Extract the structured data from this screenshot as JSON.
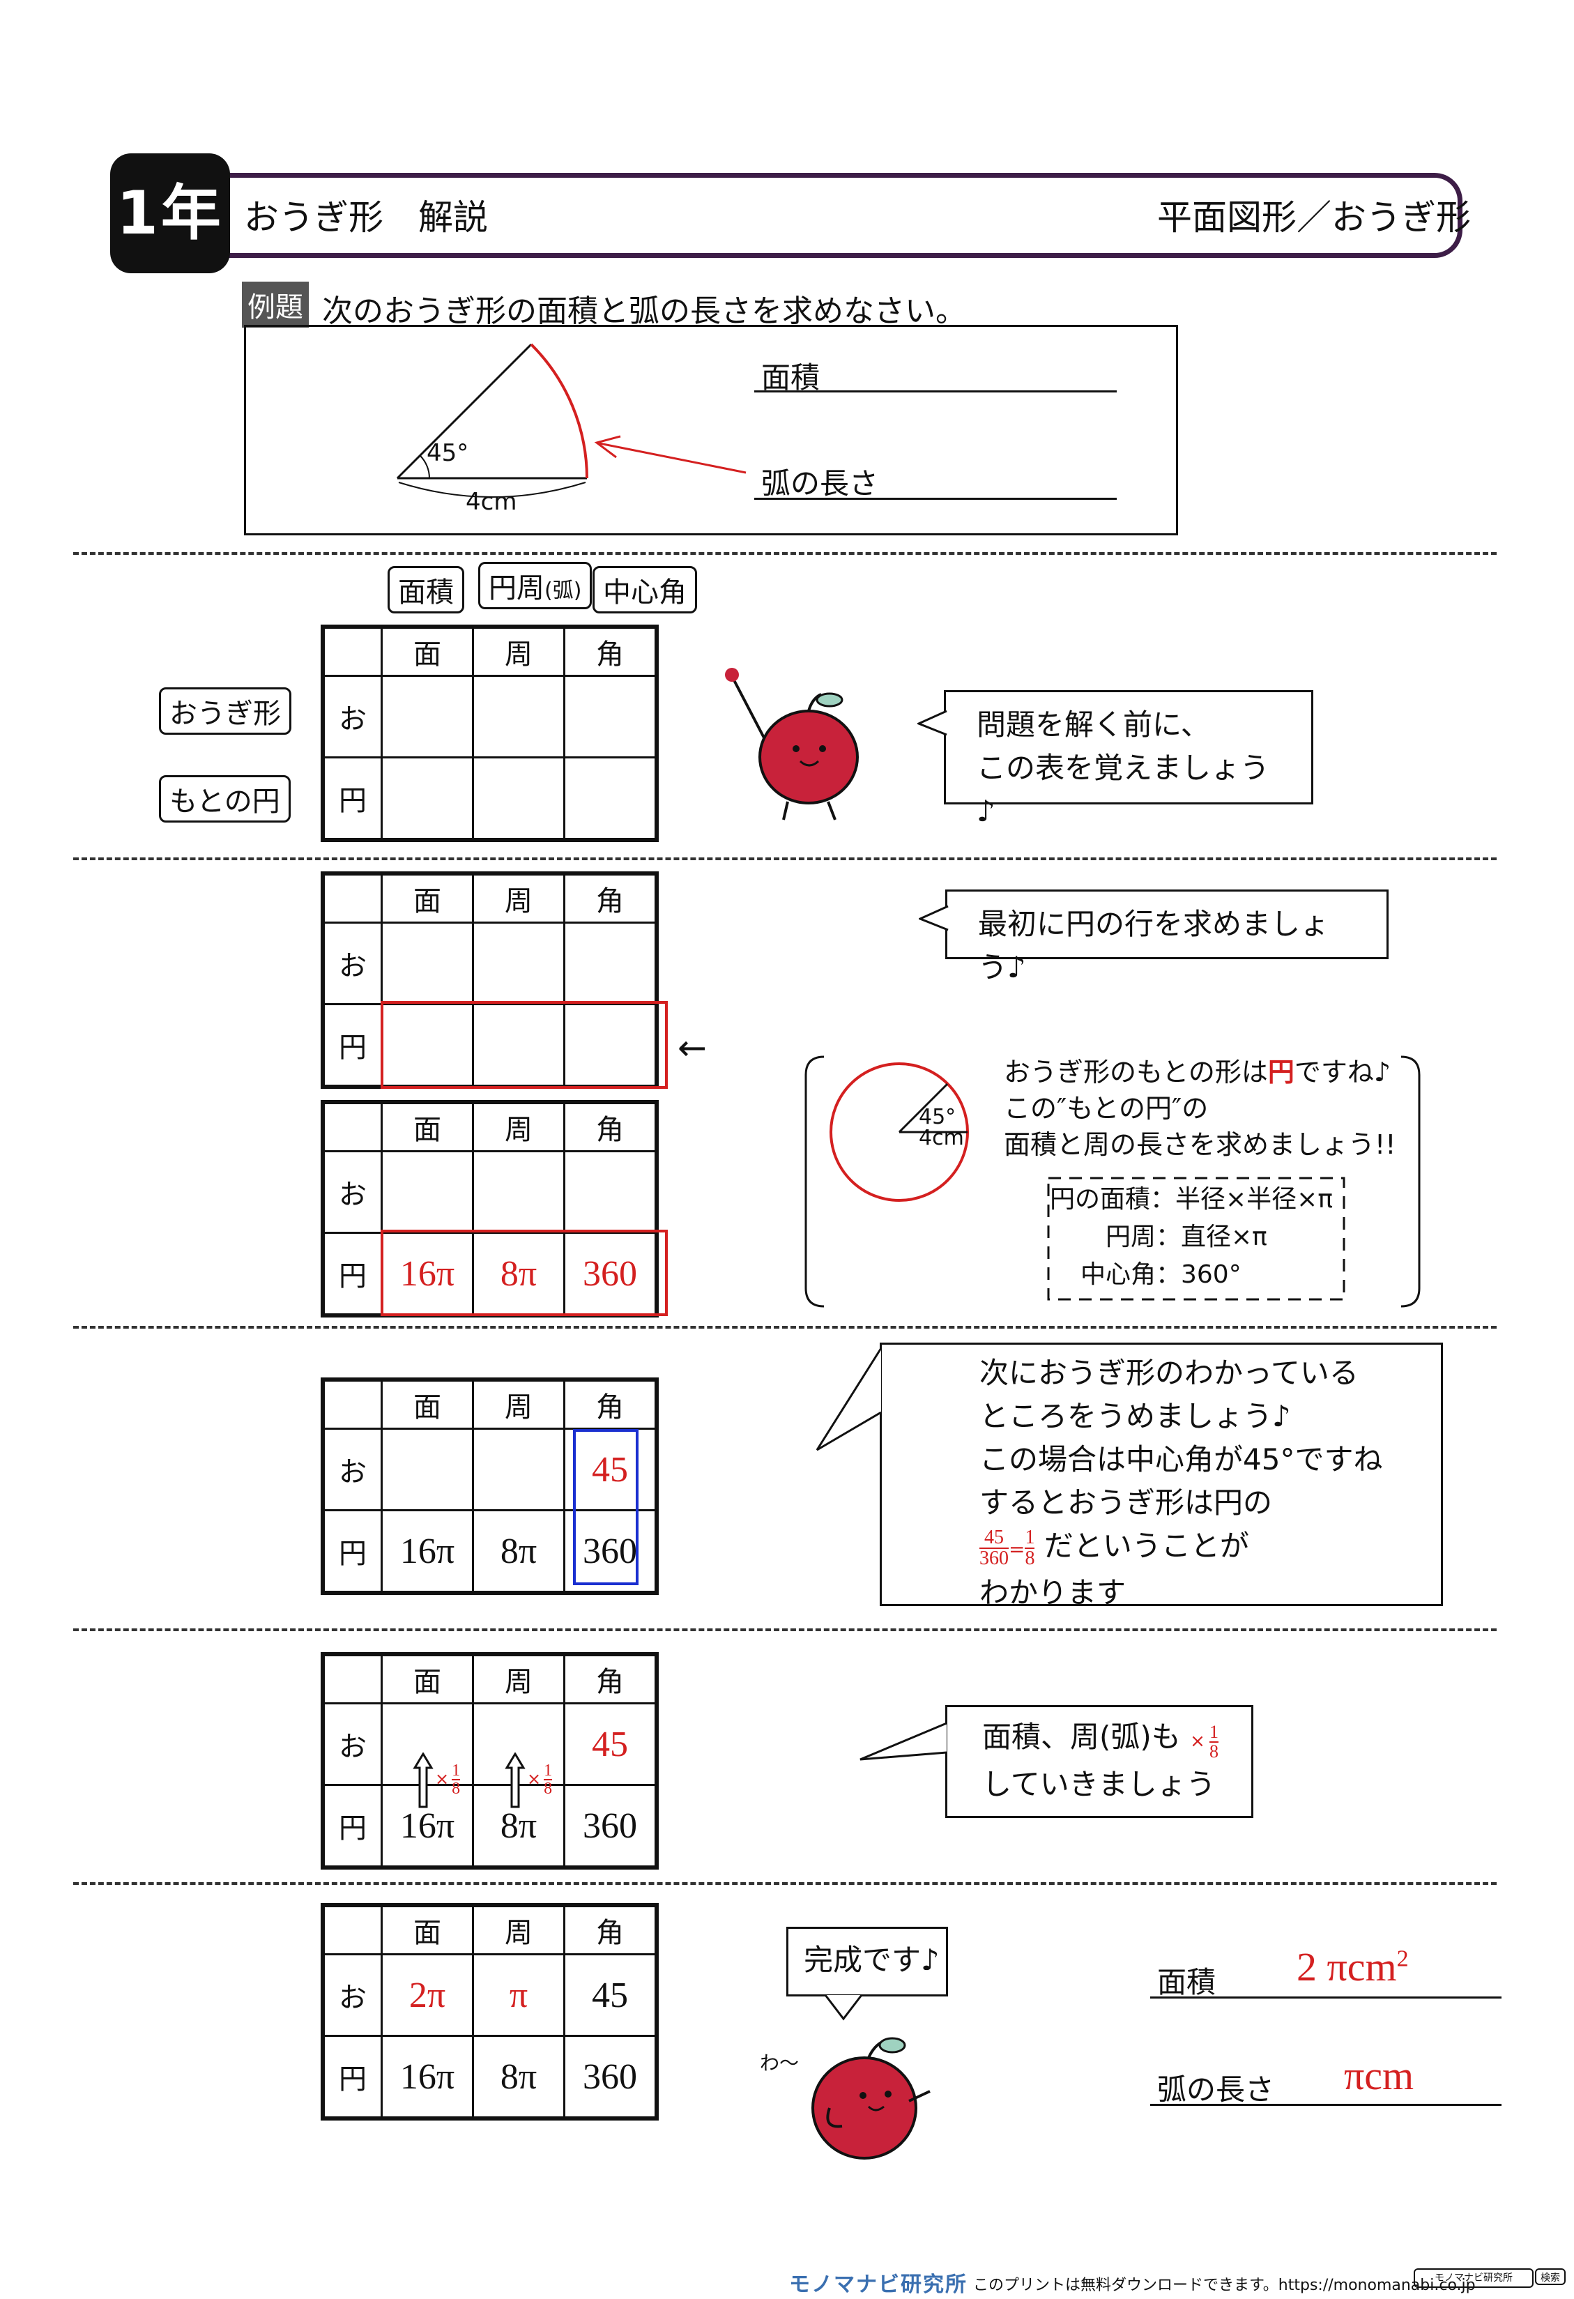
{
  "header": {
    "grade": "1年",
    "title": "おうぎ形　解説",
    "category": "平面図形／おうぎ形"
  },
  "example": {
    "tag": "例題",
    "question": "次のおうぎ形の面積と弧の長さを求めなさい。",
    "angle": "45°",
    "radius": "4cm",
    "area_label": "面積",
    "arc_label": "弧の長さ"
  },
  "section1": {
    "tags": {
      "area": "面積",
      "circ_main": "円周",
      "circ_sub": "(弧)",
      "angle": "中心角"
    },
    "row_tags": {
      "sector": "おうぎ形",
      "circle": "もとの円"
    },
    "bubble": [
      "問題を解く前に、",
      "この表を覚えましょう♪"
    ]
  },
  "table": {
    "headers": [
      "面",
      "周",
      "角"
    ],
    "rows": [
      "お",
      "円"
    ]
  },
  "section2": {
    "bubble": "最初に円の行を求めましょう♪",
    "arrow": "←",
    "circle_row": [
      "16π",
      "8π",
      "360"
    ],
    "fig_angle": "45°",
    "fig_radius": "4cm",
    "note_pre": "おうぎ形のもとの形は",
    "note_red": "円",
    "note_post": "ですね♪",
    "note_line2": "この″もとの円″の",
    "note_line3": "面積と周の長さを求めましょう!!",
    "formulas": [
      "円の面積：半径×半径×π",
      "円周：直径×π",
      "中心角：360°"
    ]
  },
  "section3": {
    "sector_angle": "45",
    "circle_row": [
      "16π",
      "8π",
      "360"
    ],
    "bubble": [
      "次におうぎ形のわかっている",
      "ところをうめましょう♪",
      "この場合は中心角が45°ですね",
      "するとおうぎ形は円の",
      "だということが",
      "わかります"
    ],
    "frac_num": "45",
    "frac_den": "360",
    "frac_eq": "=",
    "frac_num2": "1",
    "frac_den2": "8"
  },
  "section4": {
    "sector_angle": "45",
    "circle_row": [
      "16π",
      "8π",
      "360"
    ],
    "times": "×",
    "one": "1",
    "eight": "8",
    "bubble_line1": "面積、周(弧)も",
    "bubble_line2": "していきましょう"
  },
  "section5": {
    "sector_row": [
      "2π",
      "π",
      "45"
    ],
    "circle_row": [
      "16π",
      "8π",
      "360"
    ],
    "bubble": "完成です♪",
    "apple_sound": "わ〜",
    "area_label": "面積",
    "area_value": "2 πcm",
    "area_exp": "2",
    "arc_label": "弧の長さ",
    "arc_value": "πcm"
  },
  "footer": {
    "logo": "モノマナビ研究所",
    "note": "このプリントは無料ダウンロードできます。https://monomanabi.co.jp",
    "search_box": "モノマナビ研究所",
    "search_button": "検索"
  },
  "colors": {
    "accent_red": "#d42020",
    "blue_box": "#1a2fd0",
    "header_border": "#3d1d47",
    "apple": "#c8223a"
  }
}
